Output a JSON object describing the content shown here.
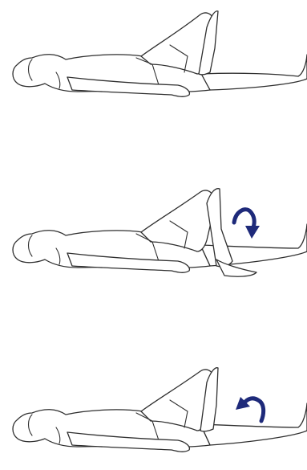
{
  "illustration": {
    "steps": [
      {
        "id": "step-1",
        "leg": "bent-raised",
        "arrow": null
      },
      {
        "id": "step-2",
        "leg": "bent-raised",
        "arrow": "clockwise-down"
      },
      {
        "id": "step-3",
        "leg": "bent-raised",
        "arrow": "counterclockwise-up"
      }
    ],
    "colors": {
      "outline": "#2f2f2f",
      "arrow": "#1e2a7a",
      "background": "#ffffff"
    },
    "icons": {
      "arrow_clockwise": "curved-arrow-down-icon",
      "arrow_counterclockwise": "curved-arrow-up-icon"
    }
  }
}
